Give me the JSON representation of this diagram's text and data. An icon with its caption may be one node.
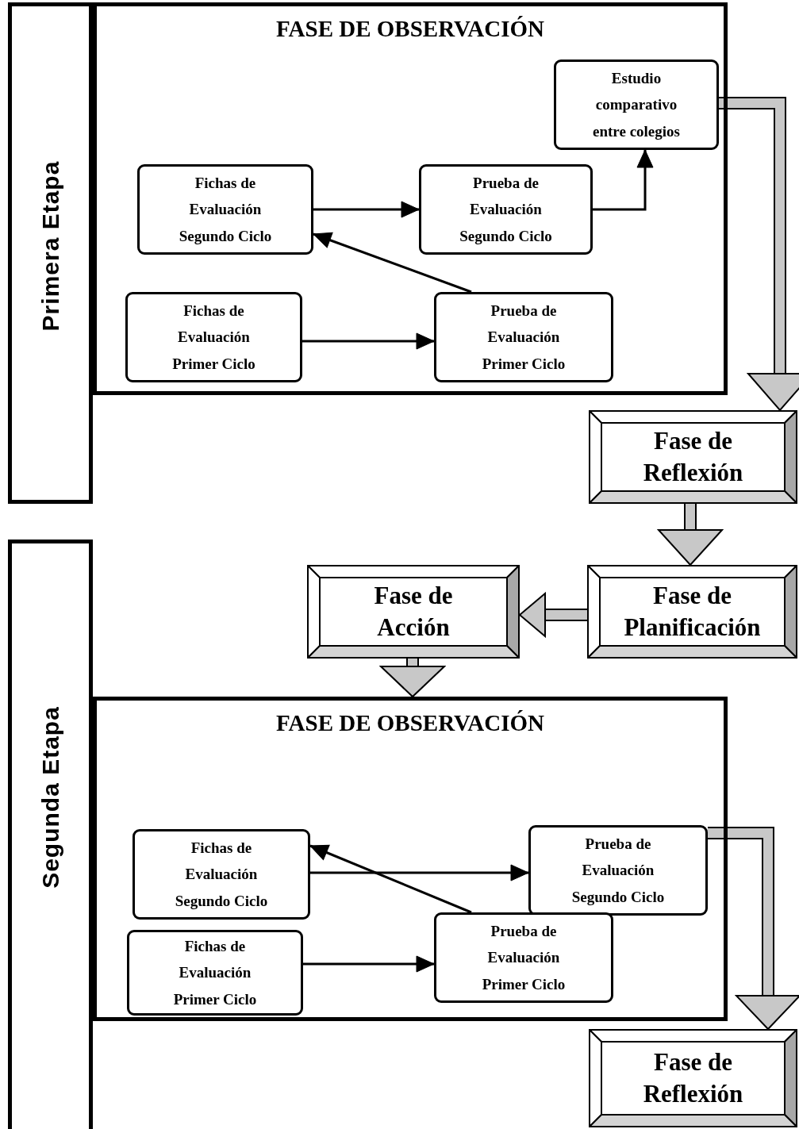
{
  "diagram": {
    "nodes": [
      {
        "text": [
          "Primera Etapa"
        ]
      },
      {
        "text": [
          "FASE DE OBSERVACIÓN"
        ]
      },
      {
        "text": [
          "Estudio comparativo entre colegios"
        ],
        "in": 1
      },
      {
        "text": [
          "Fichas de Evaluación Segundo Ciclo"
        ],
        "in": 1
      },
      {
        "text": [
          "Prueba de Evaluación Segundo Ciclo"
        ],
        "in": 1
      },
      {
        "text": [
          "Fichas de Evaluación Primer Ciclo"
        ],
        "in": 1
      },
      {
        "text": [
          "Prueba de Evaluación Primer Ciclo"
        ],
        "in": 1
      },
      {
        "text": [
          "Fase de Reflexión"
        ]
      },
      {
        "text": [
          "Segunda Etapa"
        ]
      },
      {
        "text": [
          "Fase de Acción"
        ]
      },
      {
        "text": [
          "Fase de Planificación"
        ]
      },
      {
        "text": [
          "FASE DE OBSERVACIÓN"
        ]
      },
      {
        "text": [
          "Fichas de Evaluación Segundo Ciclo"
        ],
        "in": 11
      },
      {
        "text": [
          "Prueba de Evaluación Segundo Ciclo"
        ],
        "in": 11
      },
      {
        "text": [
          "Fichas de Evaluación Primer Ciclo"
        ],
        "in": 11
      },
      {
        "text": [
          "Prueba de Evaluación Primer Ciclo"
        ],
        "in": 11
      },
      {
        "text": [
          "Fase de Reflexión"
        ]
      }
    ],
    "edges": [
      {
        "from": 3,
        "to": 4,
        "arrow": "to"
      },
      {
        "from": 4,
        "to": 2,
        "arrow": "to"
      },
      {
        "from": 6,
        "to": 3,
        "arrow": "to"
      },
      {
        "from": 5,
        "to": 6,
        "arrow": "to"
      },
      {
        "from": 2,
        "to": 7,
        "arrow": "to",
        "style": "thick",
        "color": "#c8c8c8"
      },
      {
        "from": 7,
        "to": 10,
        "arrow": "to",
        "style": "thick",
        "color": "#c8c8c8"
      },
      {
        "from": 10,
        "to": 9,
        "arrow": "to",
        "style": "thick",
        "color": "#c8c8c8"
      },
      {
        "from": 9,
        "to": 11,
        "arrow": "to",
        "style": "thick",
        "color": "#c8c8c8"
      },
      {
        "from": 12,
        "to": 13,
        "arrow": "to"
      },
      {
        "from": 15,
        "to": 12,
        "arrow": "to"
      },
      {
        "from": 14,
        "to": 15,
        "arrow": "to"
      },
      {
        "from": 13,
        "to": 16,
        "arrow": "to",
        "style": "thick",
        "color": "#c8c8c8"
      }
    ]
  }
}
